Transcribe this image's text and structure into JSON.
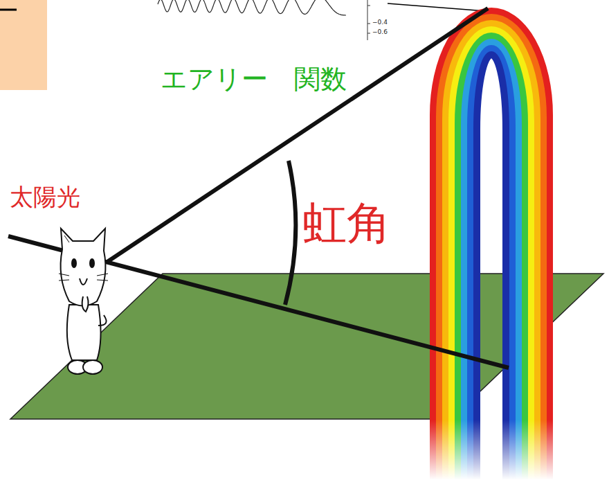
{
  "diagram": {
    "labels": [
      "エアリー　関数",
      "太陽光",
      "虹角",
      "−0.4",
      "−0.6"
    ]
  }
}
